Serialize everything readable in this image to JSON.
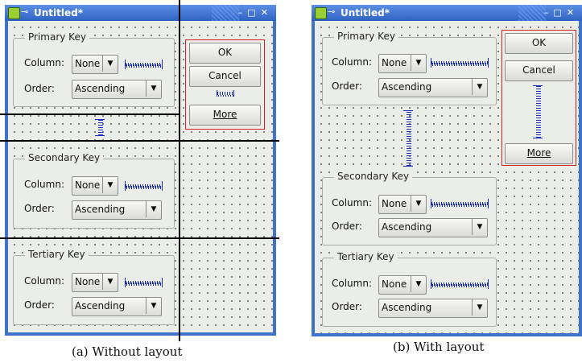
{
  "window_title": "Untitled*",
  "window_controls": {
    "minimize": "–",
    "maximize": "□",
    "close": "✕"
  },
  "primary_key": {
    "title": "Primary Key",
    "column_label": "Column:",
    "order_label": "Order:",
    "column_value": "None",
    "order_value": "Ascending"
  },
  "secondary_key": {
    "title": "Secondary Key",
    "column_label": "Column:",
    "order_label": "Order:",
    "column_value": "None",
    "order_value": "Ascending"
  },
  "tertiary_key": {
    "title": "Tertiary Key",
    "column_label": "Column:",
    "order_label": "Order:",
    "column_value": "None",
    "order_value": "Ascending"
  },
  "buttons": {
    "ok": "OK",
    "cancel": "Cancel",
    "more": "More"
  },
  "captions": {
    "left": "(a) Without layout",
    "right": "(b) With layout"
  },
  "colors": {
    "title_bar": "#3f72c9",
    "selection_border": "#d62020",
    "spacer": "#1a2bbf",
    "dialog_bg": "#ebede8"
  },
  "icons": {
    "app": "app-icon",
    "pin": "pin-icon",
    "dropdown": "chevron-down-icon"
  }
}
